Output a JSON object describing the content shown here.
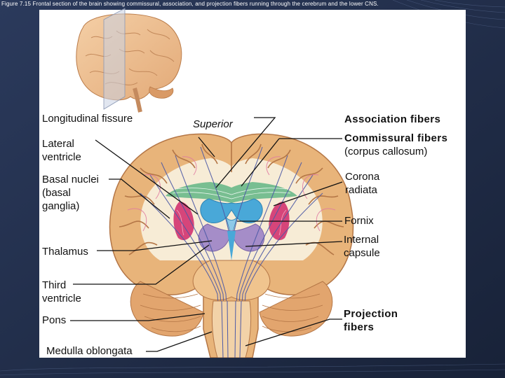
{
  "slide": {
    "caption": "Figure 7.15 Frontal section of the brain showing commissural, association, and projection fibers running through the cerebrum and the lower CNS."
  },
  "labels": {
    "longitudinal_fissure": "Longitudinal fissure",
    "superior": "Superior",
    "association_fibers": "Association fibers",
    "commissural_fibers": "Commissural fibers",
    "commissural_fibers_sub": "(corpus callosum)",
    "lateral_ventricle_line1": "Lateral",
    "lateral_ventricle_line2": "ventricle",
    "corona_radiata_line1": "Corona",
    "corona_radiata_line2": "radiata",
    "basal_nuclei_line1": "Basal nuclei",
    "basal_nuclei_line2": "(basal",
    "basal_nuclei_line3": "ganglia)",
    "fornix": "Fornix",
    "internal_capsule_line1": "Internal",
    "internal_capsule_line2": "capsule",
    "thalamus": "Thalamus",
    "third_ventricle_line1": "Third",
    "third_ventricle_line2": "ventricle",
    "projection_fibers_line1": "Projection",
    "projection_fibers_line2": "fibers",
    "pons": "Pons",
    "medulla_oblongata": "Medulla oblongata"
  },
  "colors": {
    "slide_background": "#1f2a44",
    "panel_background": "#ffffff",
    "cortex_tan": "#e8b47a",
    "white_matter": "#f7ecd6",
    "ventricle_blue": "#49a8d8",
    "basal_nuclei_pink": "#d6457a",
    "thalamus_purple": "#a58dc8",
    "commissural_green": "#69b98a",
    "fiber_purple": "#4d5aa6",
    "leader_line": "#111111"
  },
  "icons": {
    "inset": "brain-lateral-view-icon"
  }
}
